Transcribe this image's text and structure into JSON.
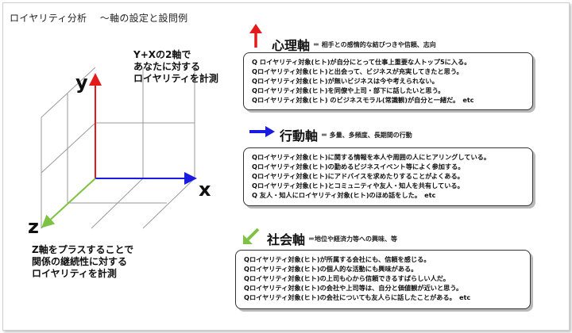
{
  "page_title": "ロイヤリティ分析 　〜軸の設定と設問例",
  "axis_labels": {
    "y": "y",
    "x": "x",
    "z": "z"
  },
  "note_yx": [
    "Y+Xの2軸で",
    "あなたに対する",
    "ロイヤリティを計測"
  ],
  "note_z": [
    "Z軸をプラスすることで",
    "関係の継続性に対する",
    "ロイヤリティを計測"
  ],
  "colors": {
    "y_axis": "#e31b1b",
    "x_axis": "#1a1ae0",
    "z_axis": "#7dc242",
    "grid": "#9a9a9a"
  },
  "sections": [
    {
      "name": "心理軸",
      "desc": "＝ 相手との感情的な結びつきや信頼、志向",
      "icon": "arrow-up-red-icon",
      "items": [
        "Q ロイヤリティ対象(ヒト)が自分にとって仕事上重要な人トップ5に入る。",
        "Qロイヤリティ対象(ヒト)と出会って、ビジネスが充実してきたと思う。",
        "Qロイヤリティ対象(ヒト)が無いビジネスは今や考えられない。",
        "Qロイヤリティ対象(ヒト)を同僚や上司・部下に話したいと思う。",
        "Qロイヤリティ対象(ヒト) のビジネスモラル(常識観)が自分と一緒だ。　etc"
      ]
    },
    {
      "name": "行動軸",
      "desc": "＝ 多量、多頻度、長期間の行動",
      "icon": "arrow-right-blue-icon",
      "items": [
        "Qロイヤリティ対象(ヒト)に関する情報を本人や周囲の人にヒアリングしている。",
        "Qロイヤリティ対象(ヒト)の勤めるビジネスイベント等によく参加する。",
        "Qロイヤリティ対象(ヒト)にアドバイスを求めたりすることがよくある。",
        "Qロイヤリティ対象(ヒト)とコミュニティや友人・知人を共有している。",
        "Q 友人・知人にロイヤリティ対象(ヒト)のほめ話をした。　etc"
      ]
    },
    {
      "name": "社会軸",
      "desc": "＝地位や経済力等への興味、等",
      "icon": "arrow-down-left-green-icon",
      "items": [
        "Qロイヤリティ対象(ヒト)が所属する会社にも、信頼を感じる。",
        "Qロイヤリティ対象(ヒト)の個人的な活動にも興味がある。",
        "Qロイヤリティ対象(ヒト)の上司も心から信頼できるすばらしい人だ。",
        "Qロイヤリティ対象(ヒト)の会社や上司等は、自分と価値観が近いと思う。",
        "Qロイヤリティ対象(ヒト)の会社についても友人らに話したことがある。　etc"
      ]
    }
  ]
}
